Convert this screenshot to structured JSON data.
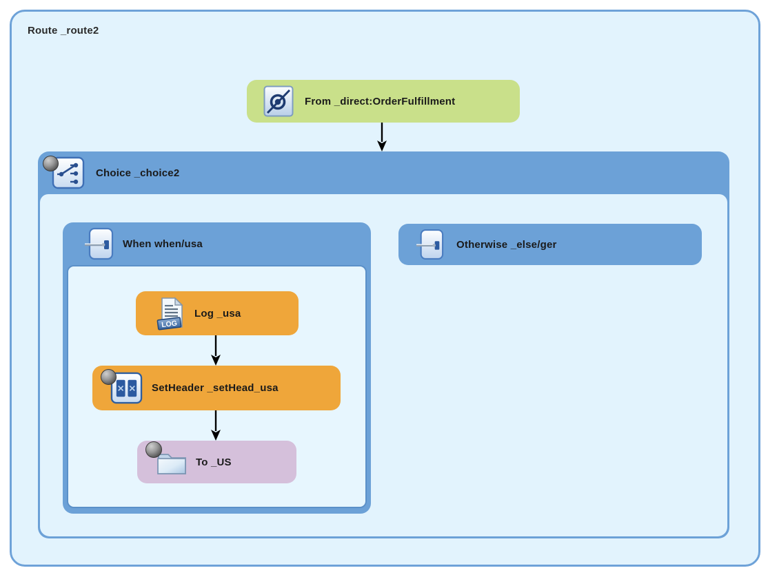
{
  "app": {
    "type": "camel-route-diagram-editor"
  },
  "route": {
    "label": "Route _route2"
  },
  "nodes": {
    "from": {
      "label": "From _direct:OrderFulfillment",
      "icon": "endpoint-icon",
      "fill": "#c9e08a"
    },
    "choice": {
      "label": "Choice _choice2",
      "icon": "choice-icon",
      "fill": "#6ca1d7",
      "badge": "gray-ball"
    },
    "when": {
      "label": "When when/usa",
      "icon": "when-icon",
      "fill": "#6ca1d7"
    },
    "otherwise": {
      "label": "Otherwise _else/ger",
      "icon": "otherwise-icon",
      "fill": "#6ca1d7"
    },
    "log": {
      "label": "Log _usa",
      "icon": "log-file-icon",
      "fill": "#efa63a",
      "log_badge_text": "LOG"
    },
    "setheader": {
      "label": "SetHeader _setHead_usa",
      "icon": "setheader-icon",
      "fill": "#efa63a",
      "badge": "gray-ball"
    },
    "to": {
      "label": "To _US",
      "icon": "folder-icon",
      "fill": "#d5c0db",
      "badge": "gray-ball"
    }
  },
  "connections": [
    {
      "from": "from",
      "to": "choice"
    },
    {
      "from": "log",
      "to": "setheader"
    },
    {
      "from": "setheader",
      "to": "to"
    }
  ],
  "colors": {
    "page_background": "#ffffff",
    "route_fill": "#e2f3fd",
    "route_border": "#6ea2d8",
    "container_header_blue": "#6ca1d7",
    "inner_panel_fill": "#e7f6fe",
    "inner_panel_border": "#5b90c8",
    "from_green": "#c9e08a",
    "process_orange": "#efa63a",
    "endpoint_purple": "#d5c0db",
    "arrow_black": "#000000",
    "label_text": "#1a1a1a"
  }
}
